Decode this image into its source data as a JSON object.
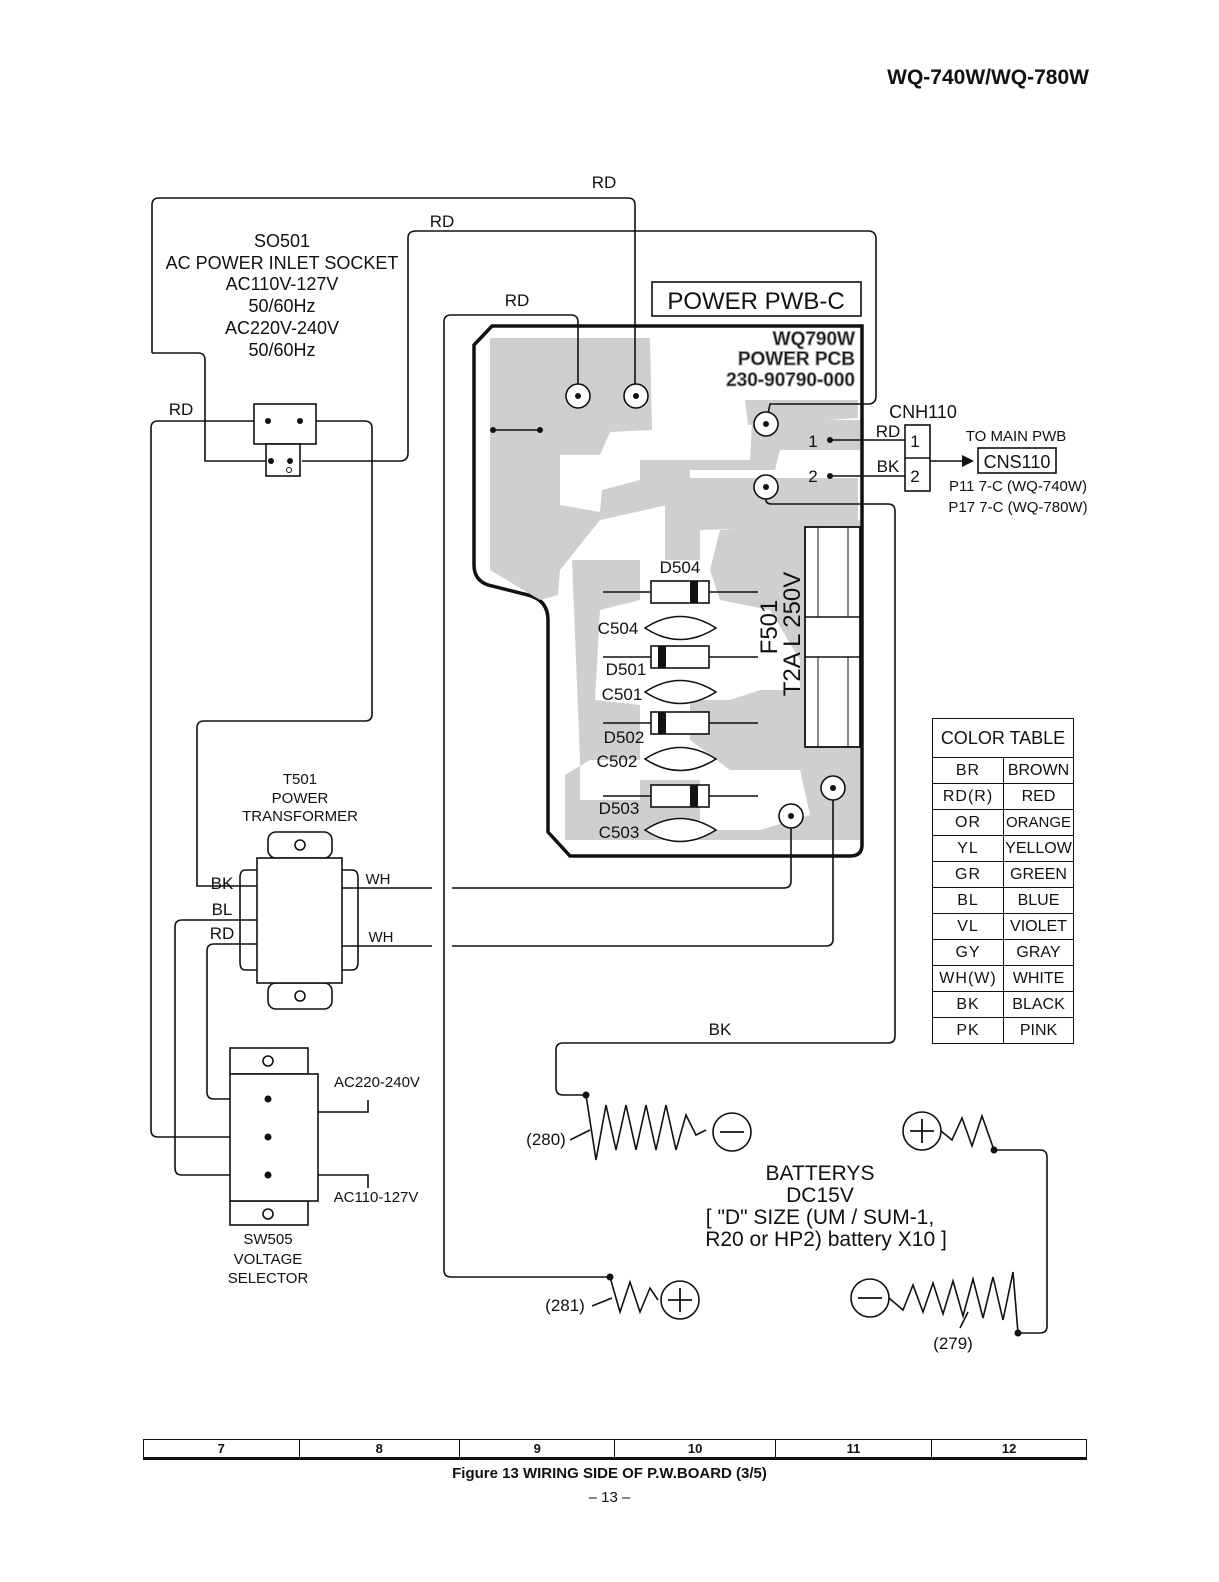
{
  "header": {
    "model": "WQ-740W/WQ-780W"
  },
  "socket": {
    "ref": "SO501",
    "name": "AC POWER INLET SOCKET",
    "spec_lines": [
      "AC110V-127V",
      "50/60Hz",
      "AC220V-240V",
      "50/60Hz"
    ]
  },
  "board": {
    "title": "POWER PWB-C",
    "silk_lines": [
      "WQ790W",
      "POWER PCB",
      "230-90790-000"
    ]
  },
  "connector": {
    "ref": "CNH110",
    "pin1": "1",
    "pin2": "2",
    "dest_label": "TO MAIN PWB",
    "dest_ref": "CNS110",
    "locations": [
      "P11 7-C (WQ-740W)",
      "P17 7-C (WQ-780W)"
    ]
  },
  "parts": {
    "d504": "D504",
    "c504": "C504",
    "d501": "D501",
    "c501": "C501",
    "d502": "D502",
    "c502": "C502",
    "d503": "D503",
    "c503": "C503"
  },
  "fuse": {
    "ref": "F501",
    "spec": "T2A L 250V"
  },
  "transformer": {
    "ref": "T501",
    "name_lines": [
      "POWER",
      "TRANSFORMER"
    ]
  },
  "selector": {
    "ref": "SW505",
    "name_lines": [
      "VOLTAGE",
      "SELECTOR"
    ],
    "high": "AC220-240V",
    "low": "AC110-127V"
  },
  "wires": {
    "rd": "RD",
    "bk": "BK",
    "bl": "BL",
    "wh": "WH"
  },
  "battery": {
    "terminals": [
      "(280)",
      "(281)",
      "(279)"
    ],
    "lines": [
      "BATTERYS",
      "DC15V",
      "[ \"D\" SIZE (UM / SUM-1,",
      "R20 or HP2) battery X10 ]"
    ]
  },
  "color_table": {
    "title": "COLOR TABLE",
    "rows": [
      {
        "code": "BR",
        "name": "BROWN"
      },
      {
        "code": "RD(R)",
        "name": "RED"
      },
      {
        "code": "OR",
        "name": "ORANGE"
      },
      {
        "code": "YL",
        "name": "YELLOW"
      },
      {
        "code": "GR",
        "name": "GREEN"
      },
      {
        "code": "BL",
        "name": "BLUE"
      },
      {
        "code": "VL",
        "name": "VIOLET"
      },
      {
        "code": "GY",
        "name": "GRAY"
      },
      {
        "code": "WH(W)",
        "name": "WHITE"
      },
      {
        "code": "BK",
        "name": "BLACK"
      },
      {
        "code": "PK",
        "name": "PINK"
      }
    ]
  },
  "grid": [
    "7",
    "8",
    "9",
    "10",
    "11",
    "12"
  ],
  "footer": {
    "caption": "Figure 13  WIRING SIDE OF P.W.BOARD (3/5)",
    "page": "– 13 –"
  }
}
